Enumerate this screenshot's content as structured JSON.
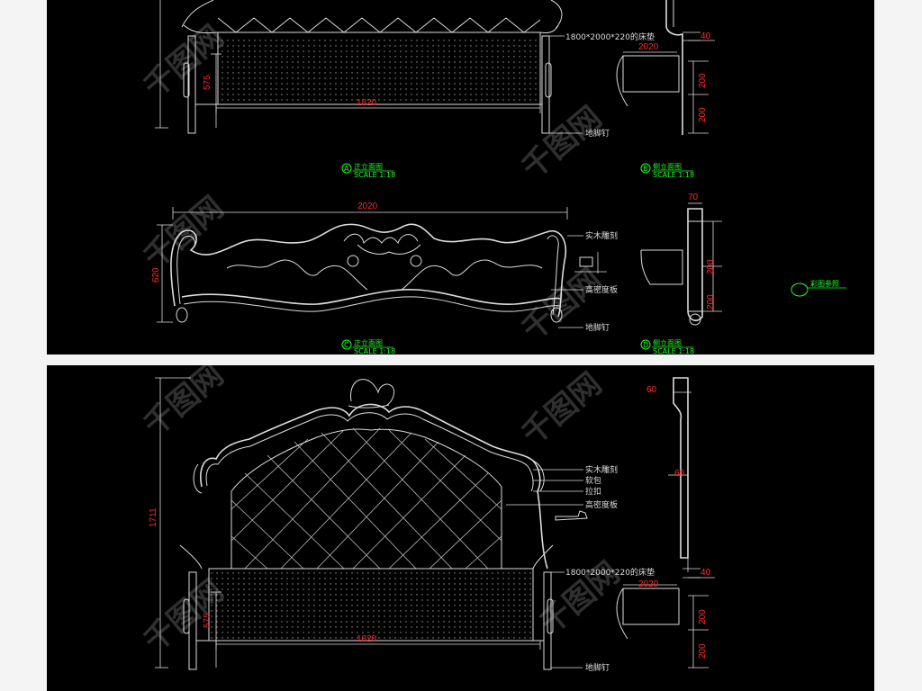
{
  "top": {
    "view_a": {
      "letter": "A",
      "title": "正立面图",
      "scale": "SCALE 1:18"
    },
    "view_b": {
      "letter": "B",
      "title": "侧立面图",
      "scale": "SCALE 1:18"
    },
    "view_c": {
      "letter": "C",
      "title": "正立面图",
      "scale": "SCALE 1:18"
    },
    "view_d": {
      "letter": "D",
      "title": "侧立面图",
      "scale": "SCALE 1:18"
    },
    "mattress_note": "1800*2000*220的床垫",
    "foot_nail": "地脚钉",
    "foot_nail_2": "地脚钉",
    "carving": "实木雕刻",
    "board": "高密度板",
    "color_ref": "彩图参照",
    "dims": {
      "w1820": "1820",
      "h575": "575",
      "w2020": "2020",
      "d40": "40",
      "d200a": "200",
      "d200b": "200",
      "w2020b": "2020",
      "h620": "620",
      "d70": "70",
      "d200c": "200",
      "d200d": "200"
    }
  },
  "bottom": {
    "carving": "实木雕刻",
    "soft": "软包",
    "button": "拉扣",
    "board": "高密度板",
    "mattress_note": "1800*2000*220的床垫",
    "foot_nail": "地脚钉",
    "dims": {
      "h1711": "1711",
      "h575": "575",
      "w1820": "1820",
      "d60a": "60",
      "d60b": "60",
      "d40": "40",
      "w2020": "2020",
      "d200a": "200",
      "d200b": "200"
    }
  },
  "watermark": "千图网",
  "colors": {
    "background": "#000000",
    "line": "#dcdcdc",
    "dimension": "#ff2b2b",
    "label": "#22ff22",
    "page": "#f4f4f4"
  }
}
